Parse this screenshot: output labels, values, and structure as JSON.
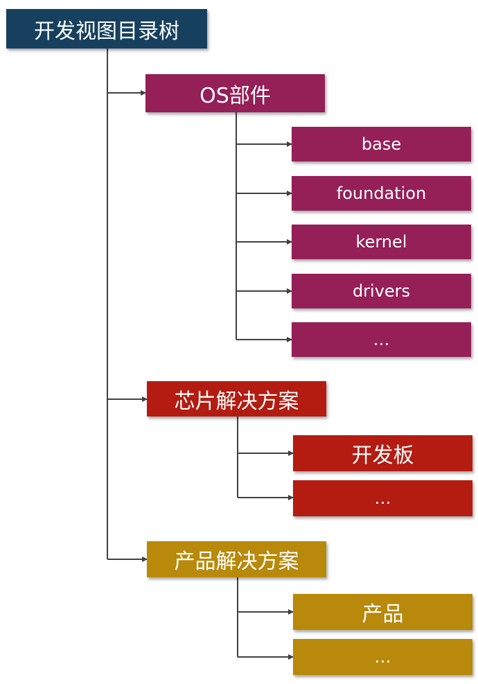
{
  "root": {
    "label": "开发视图目录树",
    "color": "#16405e"
  },
  "groups": [
    {
      "label": "OS部件",
      "color": "#951f57",
      "children": [
        "base",
        "foundation",
        "kernel",
        "drivers",
        "…"
      ]
    },
    {
      "label": "芯片解决方案",
      "color": "#b41c12",
      "children": [
        "开发板",
        "…"
      ]
    },
    {
      "label": "产品解决方案",
      "color": "#b8890a",
      "children": [
        "产品",
        "…"
      ]
    }
  ]
}
